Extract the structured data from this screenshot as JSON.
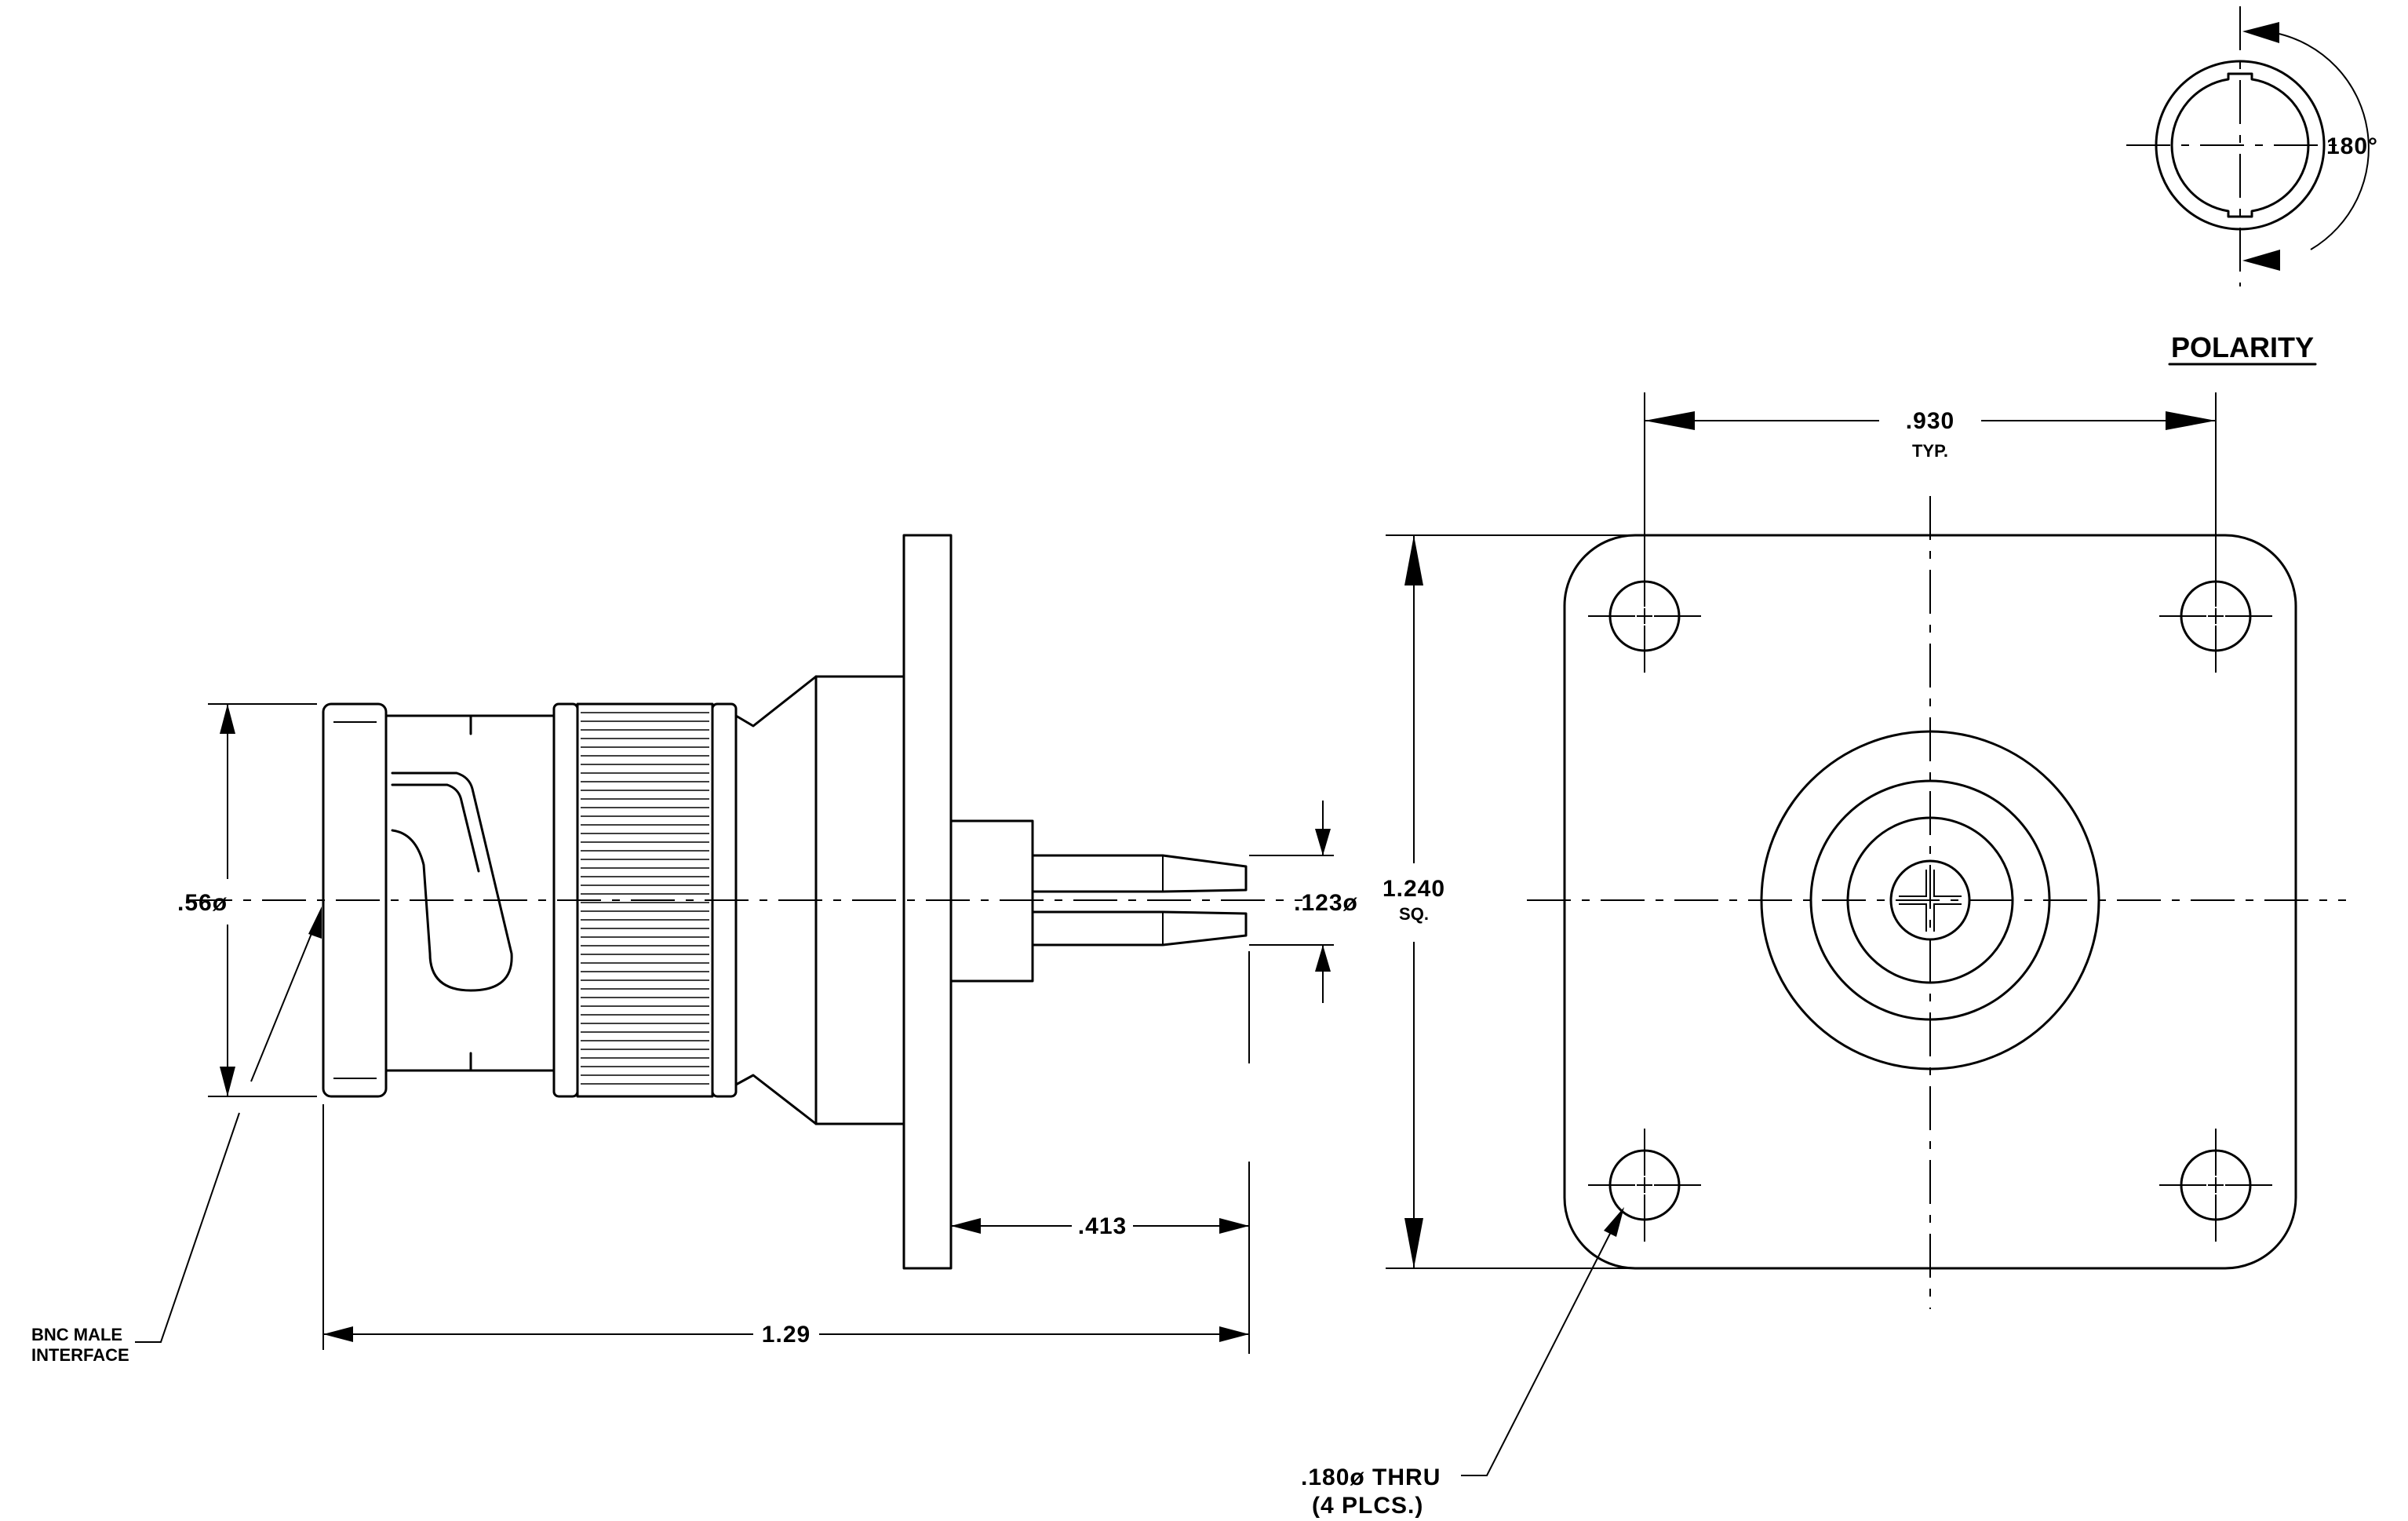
{
  "side_view": {
    "dim_overall_length": "1.29",
    "dim_pin_length": ".413",
    "dim_body_diameter": ".56ø",
    "dim_pin_diameter": ".123ø",
    "interface_label_line1": "BNC MALE",
    "interface_label_line2": "INTERFACE"
  },
  "front_view": {
    "dim_hole_spacing_line1": ".930",
    "dim_hole_spacing_line2": "TYP.",
    "dim_flange_size_line1": "1.240",
    "dim_flange_size_line2": "SQ.",
    "hole_note_line1": ".180ø THRU",
    "hole_note_line2": "(4 PLCS.)"
  },
  "polarity_view": {
    "title": "POLARITY",
    "angle": "180°"
  }
}
